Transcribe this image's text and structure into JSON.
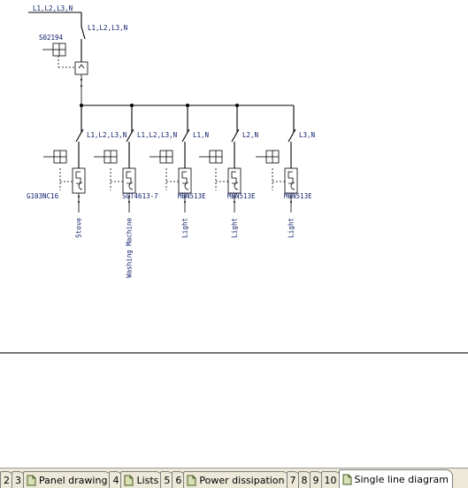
{
  "diagram": {
    "supply_label": "L1,L2,L3,N",
    "main_switch_label": "L1,L2,L3,N",
    "main_device_id": "S02194",
    "branches": [
      {
        "phase_label": "L1,L2,L3,N",
        "device_id": "G103NC16",
        "consumer": "Stove"
      },
      {
        "phase_label": "L1,L2,L3,N",
        "device_id": "SGT4613-7",
        "consumer": "Washing Machine"
      },
      {
        "phase_label": "L1,N",
        "device_id": "MBN513E",
        "consumer": "Light"
      },
      {
        "phase_label": "L2,N",
        "device_id": "MBN513E",
        "consumer": "Light"
      },
      {
        "phase_label": "L3,N",
        "device_id": "MBN513E",
        "consumer": "Light"
      }
    ]
  },
  "tabs": [
    {
      "label": "2",
      "icon": false
    },
    {
      "label": "3",
      "icon": false
    },
    {
      "label": "Panel drawing",
      "icon": true,
      "icon_name": "sheet-icon"
    },
    {
      "label": "4",
      "icon": false
    },
    {
      "label": "Lists",
      "icon": true,
      "icon_name": "sheet-icon"
    },
    {
      "label": "5",
      "icon": false
    },
    {
      "label": "6",
      "icon": false
    },
    {
      "label": "Power dissipation",
      "icon": true,
      "icon_name": "sheet-icon"
    },
    {
      "label": "7",
      "icon": false
    },
    {
      "label": "8",
      "icon": false
    },
    {
      "label": "9",
      "icon": false
    },
    {
      "label": "10",
      "icon": false
    },
    {
      "label": "Single line diagram",
      "icon": true,
      "icon_name": "sheet-icon",
      "active": true
    }
  ],
  "colors": {
    "label_text": "#0a1a66",
    "tab_bar": "#ece9d8"
  }
}
